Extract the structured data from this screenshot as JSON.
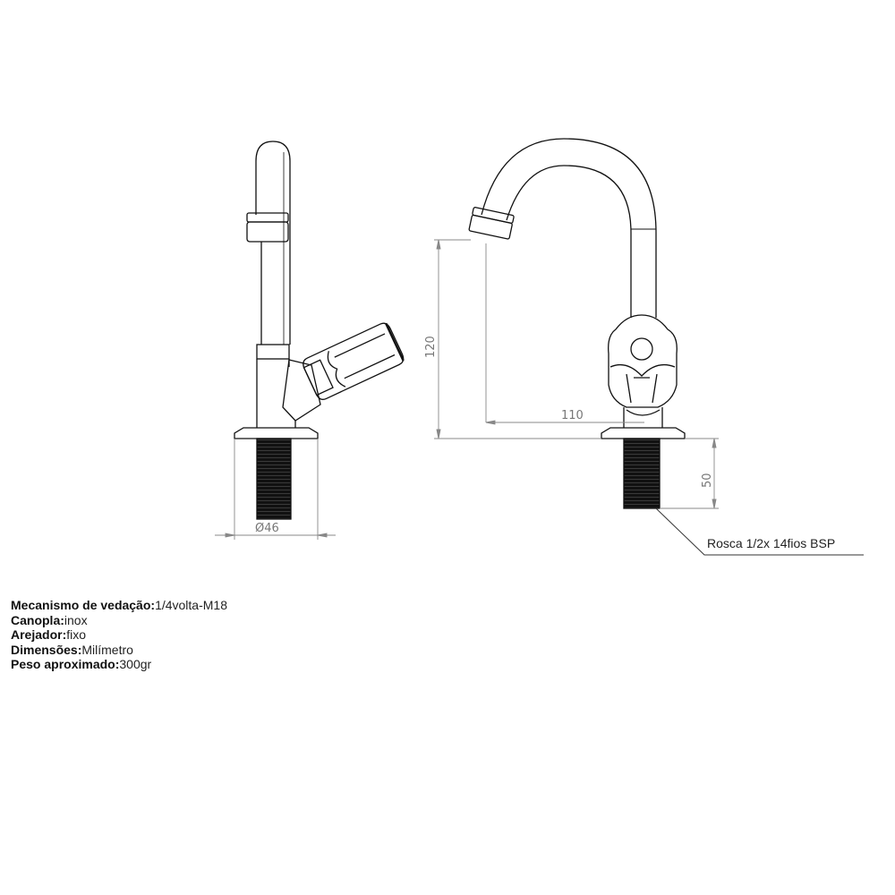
{
  "drawing": {
    "side_view": {
      "diameter_label": "Ø46"
    },
    "front_view": {
      "height_label": "120",
      "reach_label": "110",
      "thread_length_label": "50",
      "thread_callout": "Rosca 1/2x 14fios BSP"
    }
  },
  "specs": [
    {
      "label": "Mecanismo de vedação:",
      "value": "1/4volta-M18"
    },
    {
      "label": "Canopla:",
      "value": "inox"
    },
    {
      "label": "Arejador:",
      "value": "fixo"
    },
    {
      "label": "Dimensões:",
      "value": "Milímetro"
    },
    {
      "label": "Peso aproximado:",
      "value": "300gr"
    }
  ]
}
